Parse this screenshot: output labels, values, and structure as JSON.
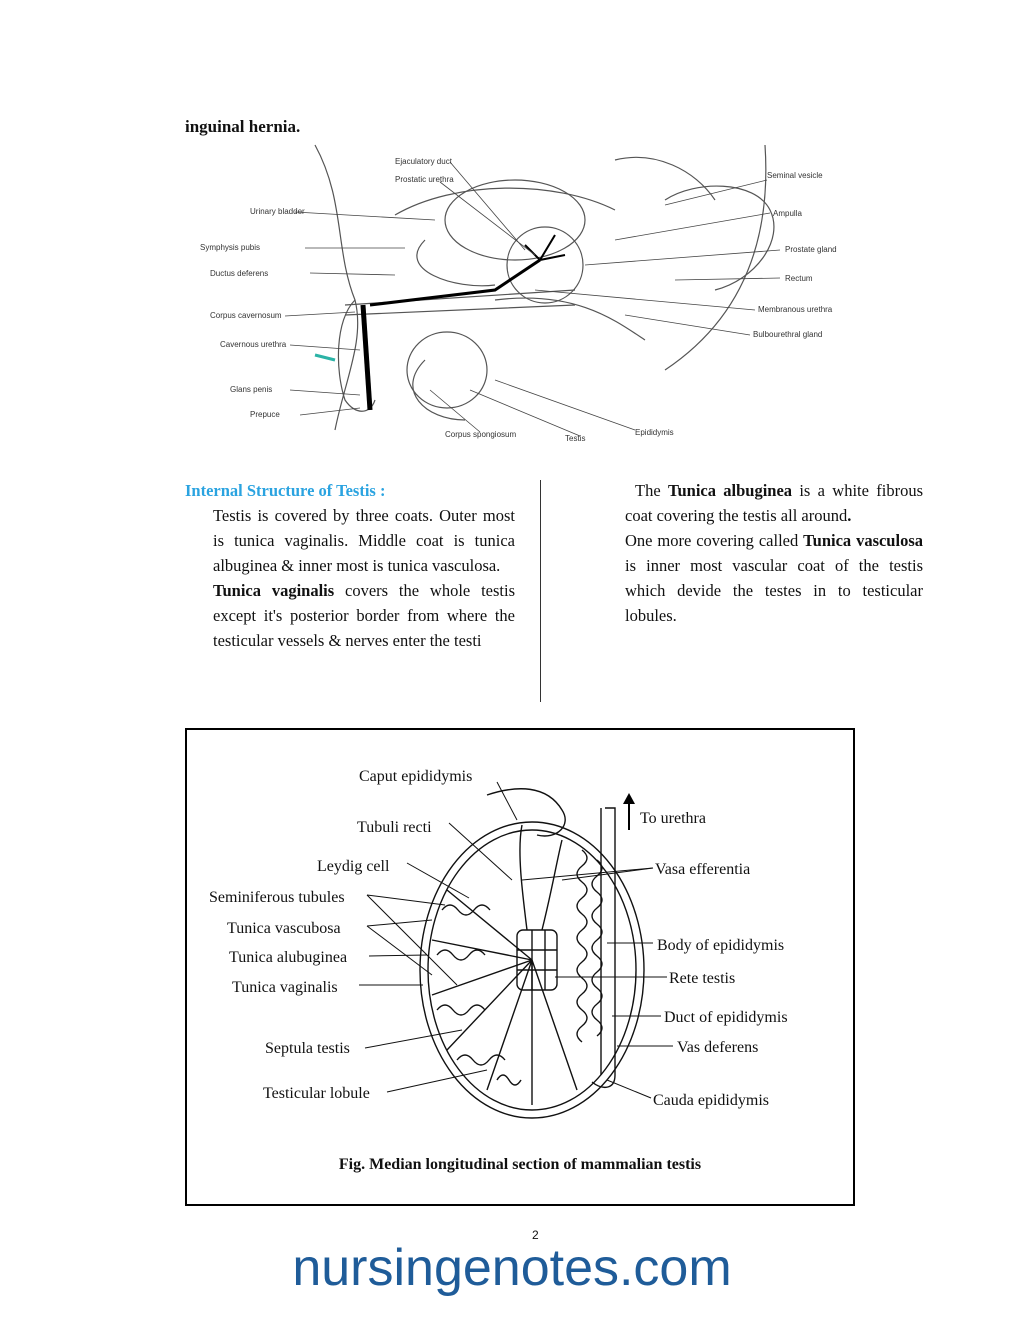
{
  "intro_text": "inguinal hernia.",
  "figure1": {
    "labels": {
      "ejaculatory_duct": "Ejaculatory duct",
      "prostatic_urethra": "Prostatic urethra",
      "urinary_bladder": "Urinary bladder",
      "symphysis_pubis": "Symphysis pubis",
      "ductus_deferens": "Ductus deferens",
      "corpus_cavernosum": "Corpus cavernosum",
      "cavernous_urethra": "Cavernous urethra",
      "glans_penis": "Glans penis",
      "prepuce": "Prepuce",
      "corpus_spongiosum": "Corpus spongiosum",
      "testis": "Testis",
      "epididymis": "Epididymis",
      "seminal_vesicle": "Seminal vesicle",
      "ampulla": "Ampulla",
      "prostate_gland": "Prostate gland",
      "rectum": "Rectum",
      "membranous_urethra": "Membranous urethra",
      "bulbourethral_gland": "Bulbourethral gland"
    }
  },
  "section": {
    "heading": "Internal Structure of Testis :",
    "left_p1": "Testis is covered by three coats. Outer most is tunica vaginalis. Middle coat is tunica albuginea & inner most is tunica vasculosa.",
    "left_p2_bold": "Tunica vaginalis",
    "left_p2_rest": " covers the whole testis except it's posterior border from where the testicular vessels & nerves enter the testi",
    "right_p1_a": "The ",
    "right_p1_bold": "Tunica albuginea",
    "right_p1_b": " is a white fibrous coat covering the testis all around",
    "right_p1_end": ".",
    "right_p2_a": "One more covering called ",
    "right_p2_bold": "Tunica vasculosa",
    "right_p2_b": " is inner most vascular coat of the testis which devide the testes in to testicular lobules."
  },
  "figure2": {
    "labels": {
      "caput_epididymis": "Caput epididymis",
      "tubuli_recti": "Tubuli recti",
      "leydig_cell": "Leydig cell",
      "seminiferous_tubules": "Seminiferous tubules",
      "tunica_vascubosa": "Tunica vascubosa",
      "tunica_alubuginea": "Tunica alubuginea",
      "tunica_vaginalis": "Tunica vaginalis",
      "septula_testis": "Septula testis",
      "testicular_lobule": "Testicular lobule",
      "to_urethra": "To urethra",
      "vasa_efferentia": "Vasa efferentia",
      "body_of_epididymis": "Body of epididymis",
      "rete_testis": "Rete testis",
      "duct_of_epididymis": "Duct of epididymis",
      "vas_deferens": "Vas deferens",
      "cauda_epididymis": "Cauda epididymis"
    },
    "caption": "Fig. Median longitudinal section of mammalian testis"
  },
  "page_number": "2",
  "footer_brand": "nursingenotes.com"
}
